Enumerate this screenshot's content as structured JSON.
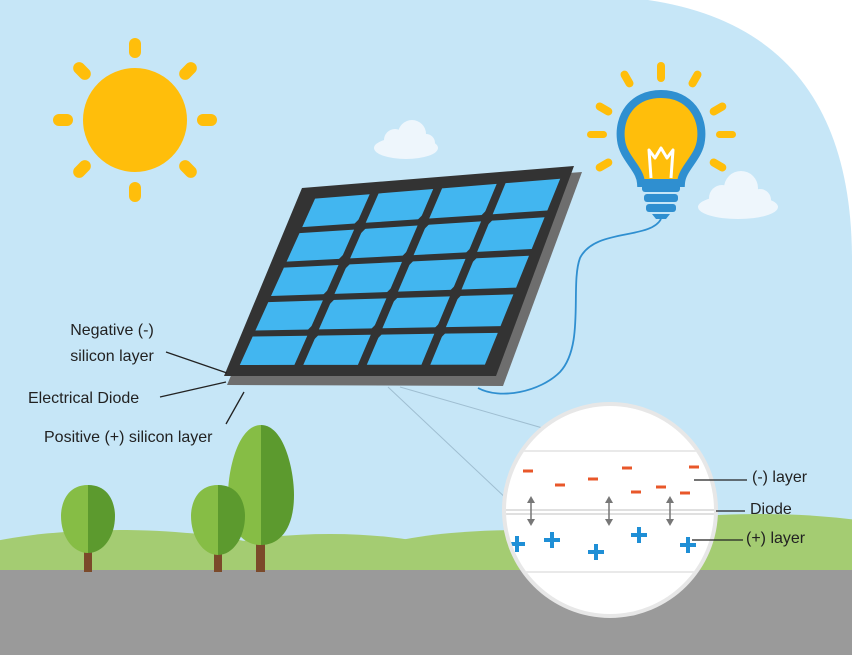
{
  "labels": {
    "negative_line1": "Negative (-)",
    "negative_line2": "silicon layer",
    "diode": "Electrical Diode",
    "positive": "Positive (+) silicon layer",
    "zoom_negative": "(-) layer",
    "zoom_diode": "Diode",
    "zoom_positive": "(+) layer"
  },
  "colors": {
    "sky": "#c6e6f7",
    "ground": "#9a9a9a",
    "hills": "#a4cc72",
    "sun": "#ffbe0b",
    "panel_cell": "#42b6f0",
    "panel_frame": "#333333",
    "bulb": "#ffbe0b",
    "bulb_outline": "#2f8fd0",
    "minus": "#e8572a",
    "plus": "#1f8fd6",
    "tree_light": "#86bd45",
    "tree_dark": "#5c9a2e",
    "trunk": "#7b4a2a"
  },
  "icons": [
    "sun-icon",
    "lightbulb-icon",
    "cloud-icon",
    "tree-icon",
    "solar-panel-icon"
  ]
}
